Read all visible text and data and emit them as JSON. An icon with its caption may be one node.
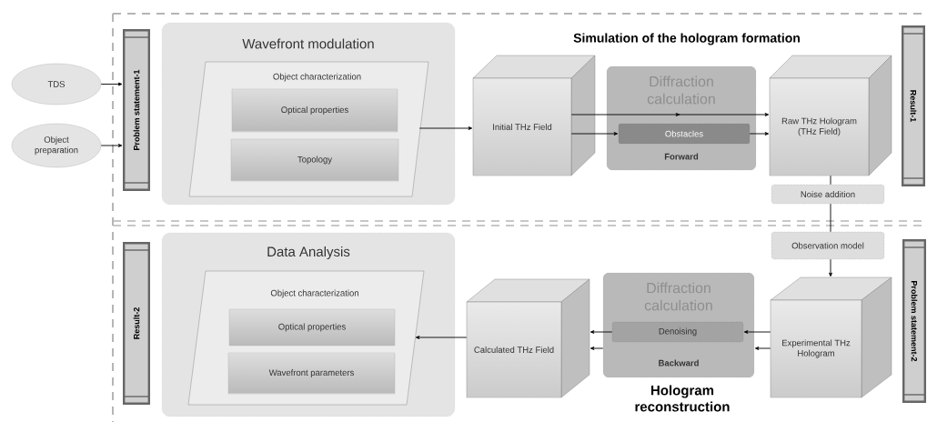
{
  "diagram": {
    "nodes": [
      {
        "text": [
          "TDS"
        ]
      },
      {
        "text": [
          "Object preparation"
        ]
      },
      {
        "text": [
          "Problem statement-1"
        ]
      },
      {
        "text": [
          "Wavefront modulation"
        ]
      },
      {
        "text": [
          "Object characterization"
        ],
        "in": 3
      },
      {
        "text": [
          "Optical properties"
        ],
        "in": 4
      },
      {
        "text": [
          "Topology"
        ],
        "in": 4
      },
      {
        "text": [
          "Initial THz Field"
        ]
      },
      {
        "text": [
          "Diffraction calculation",
          "Forward"
        ]
      },
      {
        "text": [
          "Obstacles"
        ],
        "in": 8
      },
      {
        "text": [
          "Raw THz Hologram (THz Field)"
        ]
      },
      {
        "text": [
          "Result-1"
        ]
      },
      {
        "text": [
          "Noise addition"
        ]
      },
      {
        "text": [
          "Observation model"
        ]
      },
      {
        "text": [
          "Problem statement-2"
        ]
      },
      {
        "text": [
          "Experimental THz Hologram"
        ]
      },
      {
        "text": [
          "Diffraction calculation",
          "Backward"
        ]
      },
      {
        "text": [
          "Denoising"
        ],
        "in": 16
      },
      {
        "text": [
          "Calculated THz Field"
        ]
      },
      {
        "text": [
          "Data Analysis"
        ]
      },
      {
        "text": [
          "Object characterization"
        ],
        "in": 19
      },
      {
        "text": [
          "Optical properties"
        ],
        "in": 20
      },
      {
        "text": [
          "Wavefront parameters"
        ],
        "in": 20
      },
      {
        "text": [
          "Result-2"
        ]
      }
    ],
    "edges": [
      {
        "from": 0,
        "to": 2,
        "arrow": "to"
      },
      {
        "from": 1,
        "to": 2,
        "arrow": "to"
      },
      {
        "from": 4,
        "to": 7,
        "arrow": "to"
      },
      {
        "from": 7,
        "to": 10,
        "arrow": "to"
      },
      {
        "from": 7,
        "to": 9,
        "arrow": "to"
      },
      {
        "from": 9,
        "to": 10,
        "arrow": "to"
      },
      {
        "from": 10,
        "to": 12,
        "arrow": "none"
      },
      {
        "from": 12,
        "to": 13,
        "arrow": "none"
      },
      {
        "from": 13,
        "to": 15,
        "arrow": "to"
      },
      {
        "from": 15,
        "to": 17,
        "arrow": "to"
      },
      {
        "from": 15,
        "to": 16,
        "arrow": "to"
      },
      {
        "from": 17,
        "to": 18,
        "arrow": "to"
      },
      {
        "from": 16,
        "to": 18,
        "arrow": "to"
      },
      {
        "from": 18,
        "to": 20,
        "arrow": "to"
      }
    ],
    "labels": [
      "Simulation of the hologram formation",
      "Hologram reconstruction"
    ]
  }
}
